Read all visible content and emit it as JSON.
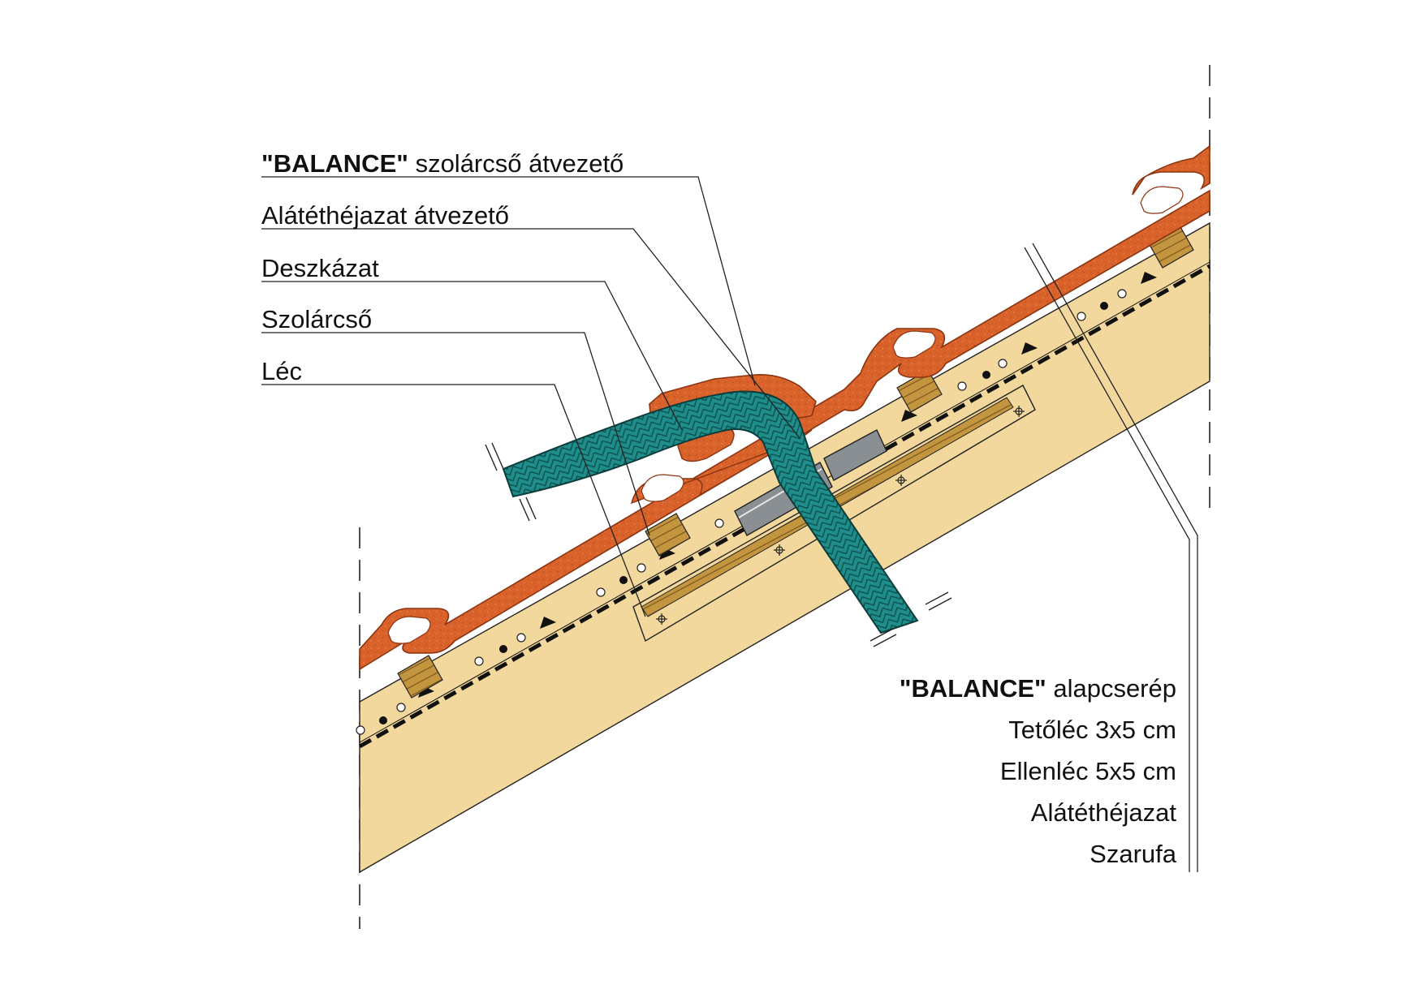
{
  "colors": {
    "tile": "#d9622b",
    "tile_dark": "#a8441a",
    "board": "#f2d89c",
    "batten": "#b88a3e",
    "pipe": "#1f8d8a",
    "line": "#222222",
    "background": "#ffffff"
  },
  "labels_left": [
    {
      "bold": "\"BALANCE\"",
      "text": " szolárcső átvezető"
    },
    {
      "bold": "",
      "text": "Alátéthéjazat átvezető"
    },
    {
      "bold": "",
      "text": "Deszkázat"
    },
    {
      "bold": "",
      "text": "Szolárcső"
    },
    {
      "bold": "",
      "text": "Léc"
    }
  ],
  "labels_right": [
    {
      "bold": "\"BALANCE\"",
      "text": " alapcserép"
    },
    {
      "bold": "",
      "text": "Tetőléc 3x5 cm"
    },
    {
      "bold": "",
      "text": "Ellenléc 5x5 cm"
    },
    {
      "bold": "",
      "text": "Alátéthéjazat"
    },
    {
      "bold": "",
      "text": "Szarufa"
    }
  ]
}
